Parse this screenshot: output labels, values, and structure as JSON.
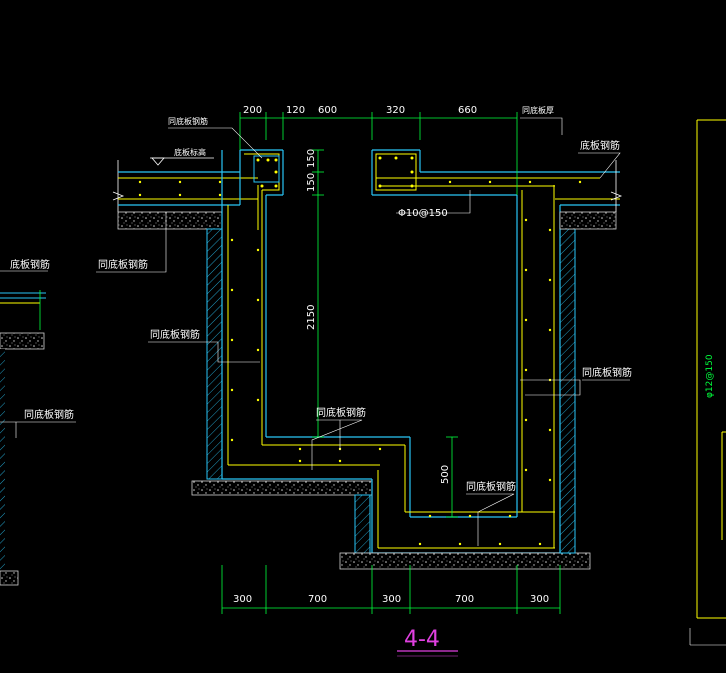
{
  "colors": {
    "background": "#000000",
    "wall": "#29c5f6",
    "rebar": "#ffff00",
    "dimension": "#00ff3c",
    "leader": "#ffffff",
    "title": "#e040e0",
    "hatch": "#d0d0d0"
  },
  "dimensions": {
    "top": [
      "200",
      "120",
      "600",
      "320",
      "660"
    ],
    "bottom": [
      "300",
      "700",
      "300",
      "700",
      "300"
    ],
    "vertical_150_a": "150",
    "vertical_150_b": "150",
    "vertical_2150": "2150",
    "vertical_500": "500"
  },
  "labels": {
    "top_left_rebar": "同底板钢筋",
    "top_right_thickness": "同底板厚",
    "bottom_level": "底板标高",
    "right_top_rebar": "底板钢筋",
    "left_1": "同底板钢筋",
    "left_2": "同底板钢筋",
    "center_1": "同底板钢筋",
    "center_2": "同底板钢筋",
    "right_mid": "同底板钢筋",
    "far_left_top": "底板钢筋",
    "far_left_mid": "同底板钢筋",
    "rebar_spec": "Φ10@150",
    "right_vertical_spec": "φ12@150"
  },
  "title": "4-4"
}
